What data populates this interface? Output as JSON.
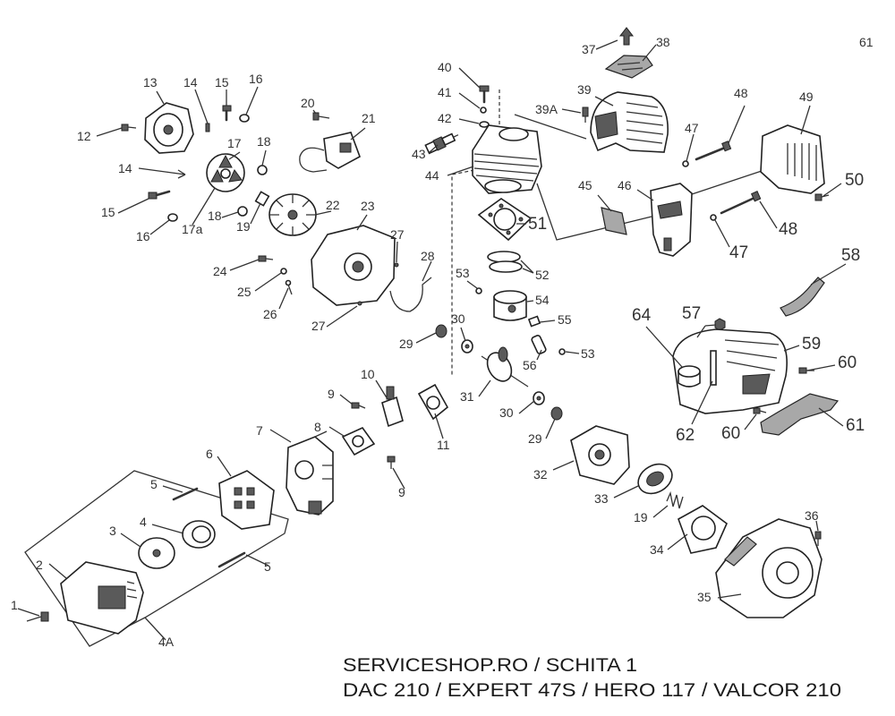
{
  "part_labels": [
    "37",
    "38",
    "40",
    "41",
    "42",
    "39A",
    "39",
    "43",
    "44",
    "47",
    "48",
    "49",
    "61",
    "45",
    "46",
    "50",
    "51",
    "48",
    "47",
    "58",
    "52",
    "53",
    "54",
    "55",
    "53",
    "56",
    "64",
    "57",
    "59",
    "60",
    "62",
    "60",
    "61",
    "13",
    "14",
    "15",
    "16",
    "12",
    "17",
    "18",
    "20",
    "21",
    "14",
    "15",
    "16",
    "17a",
    "18",
    "19",
    "22",
    "23",
    "27",
    "28",
    "24",
    "25",
    "26",
    "27",
    "29",
    "30",
    "10",
    "9",
    "31",
    "30",
    "29",
    "11",
    "8",
    "7",
    "9",
    "32",
    "33",
    "19",
    "34",
    "36",
    "35",
    "5",
    "6",
    "3",
    "4",
    "5",
    "2",
    "1",
    "4A"
  ],
  "caption": {
    "line1": "SERVICESHOP.RO / SCHITA 1",
    "line2": "DAC 210 / EXPERT 47S / HERO 117 / VALCOR 210"
  }
}
